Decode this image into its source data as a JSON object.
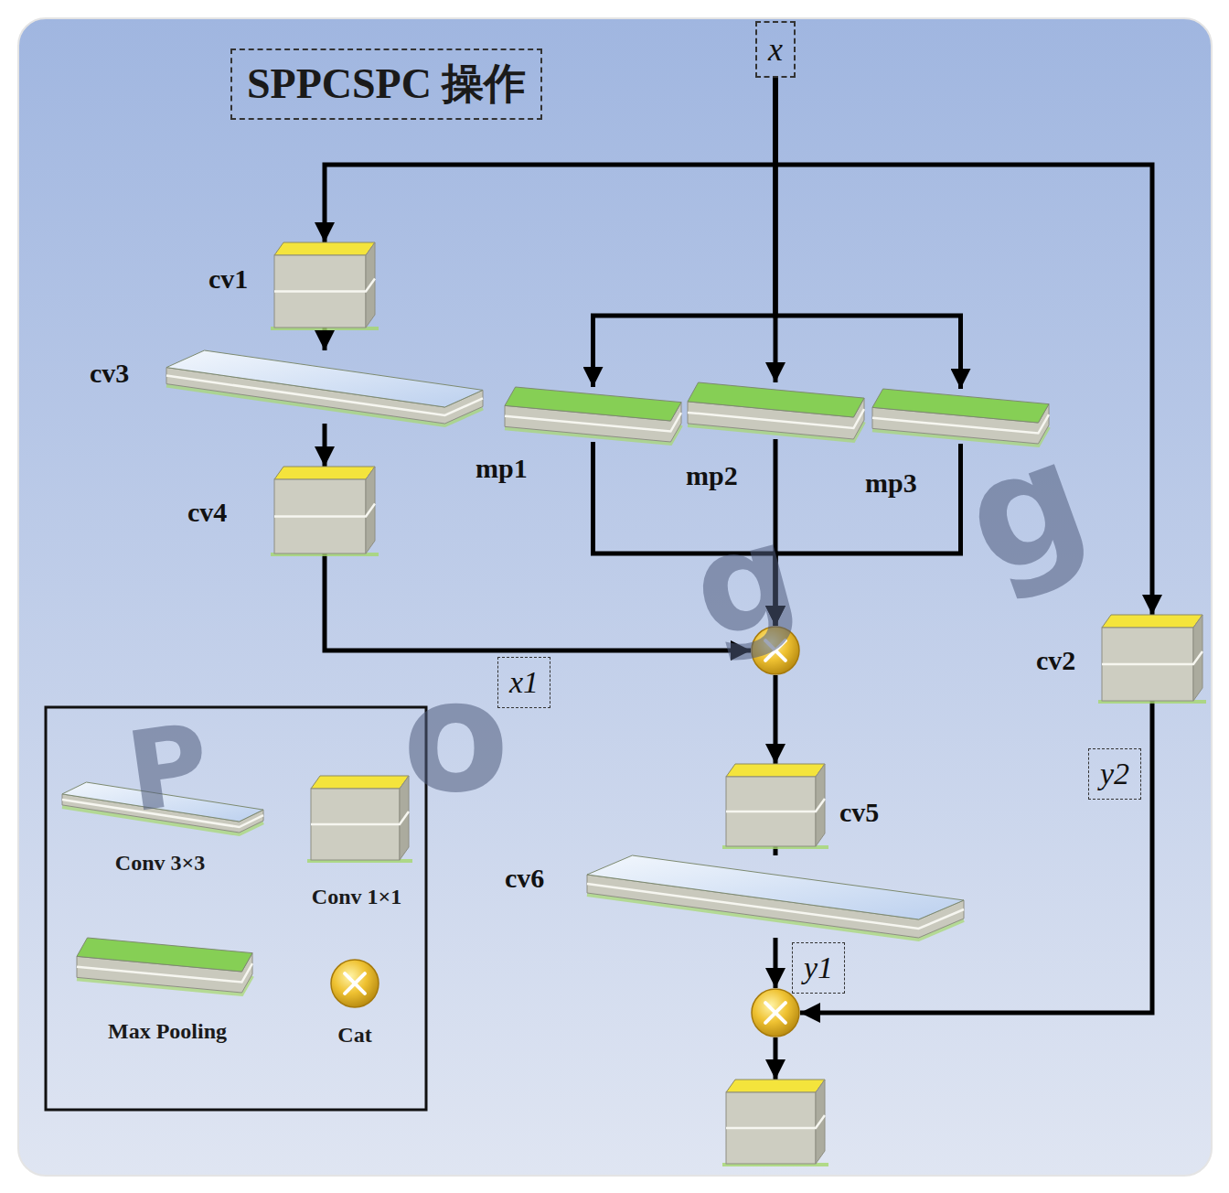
{
  "diagram": {
    "title": "SPPCSPC 操作",
    "nodes": [
      {
        "text": [
          "x"
        ]
      },
      {
        "text": [
          "cv1"
        ]
      },
      {
        "text": [
          "cv3"
        ]
      },
      {
        "text": [
          "cv4"
        ]
      },
      {
        "text": [
          "mp1"
        ]
      },
      {
        "text": [
          "mp2"
        ]
      },
      {
        "text": [
          "mp3"
        ]
      },
      {
        "text": [
          "cv2"
        ]
      },
      {
        "text": []
      },
      {
        "text": [
          "cv5"
        ]
      },
      {
        "text": [
          "cv6"
        ]
      },
      {
        "text": []
      },
      {
        "text": []
      }
    ],
    "edges": [
      {
        "from": 0,
        "to": 1,
        "arrow": "to"
      },
      {
        "from": 0,
        "to": 7,
        "arrow": "to"
      },
      {
        "from": 0,
        "to": 4,
        "arrow": "to"
      },
      {
        "from": 0,
        "to": 5,
        "arrow": "to"
      },
      {
        "from": 0,
        "to": 6,
        "arrow": "to"
      },
      {
        "from": 1,
        "to": 2,
        "arrow": "to"
      },
      {
        "from": 2,
        "to": 3,
        "arrow": "to"
      },
      {
        "from": 3,
        "to": 8,
        "label": "x1",
        "arrow": "to"
      },
      {
        "from": 4,
        "to": 8,
        "arrow": "to"
      },
      {
        "from": 5,
        "to": 8,
        "arrow": "to"
      },
      {
        "from": 6,
        "to": 8,
        "arrow": "to"
      },
      {
        "from": 8,
        "to": 9,
        "arrow": "to"
      },
      {
        "from": 9,
        "to": 10,
        "arrow": "none"
      },
      {
        "from": 10,
        "to": 11,
        "label": "y1",
        "arrow": "to"
      },
      {
        "from": 7,
        "to": 11,
        "label": "y2",
        "arrow": "to"
      },
      {
        "from": 11,
        "to": 12,
        "arrow": "to"
      }
    ],
    "labels": [
      "P",
      "o",
      "g",
      "g"
    ],
    "legend": [
      {
        "text": "Conv 3×3"
      },
      {
        "text": "Conv 1×1"
      },
      {
        "text": "Max Pooling"
      },
      {
        "text": "Cat"
      }
    ]
  }
}
